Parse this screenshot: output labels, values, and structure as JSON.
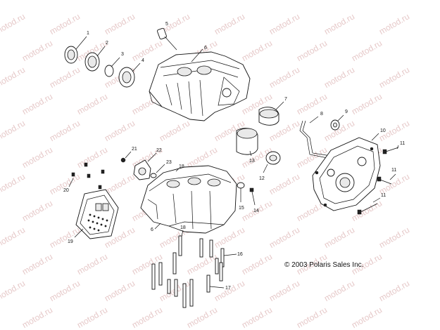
{
  "watermark": {
    "text": "motod.ru",
    "color": "#e6c9c9"
  },
  "copyright": "© 2003 Polaris Sales Inc.",
  "callouts": [
    "1",
    "2",
    "3",
    "4",
    "5",
    "6",
    "7",
    "8",
    "9",
    "10",
    "11",
    "11",
    "11",
    "12",
    "13",
    "14",
    "15",
    "16",
    "17",
    "18",
    "18",
    "19",
    "20",
    "21",
    "22",
    "23"
  ],
  "colors": {
    "line": "#111111",
    "watermark": "#e6c9c9",
    "background": "#ffffff"
  }
}
